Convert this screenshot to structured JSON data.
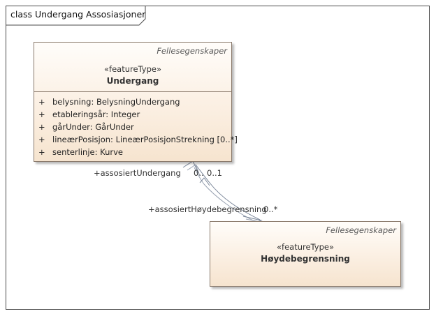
{
  "diagram": {
    "frame_title": "class Undergang Assosiasjoner"
  },
  "classes": {
    "undergang": {
      "package": "Fellesegenskaper",
      "stereotype": "«featureType»",
      "name": "Undergang",
      "attributes": [
        {
          "visibility": "+",
          "text": "belysning: BelysningUndergang"
        },
        {
          "visibility": "+",
          "text": "etableringsår: Integer"
        },
        {
          "visibility": "+",
          "text": "gårUnder: GårUnder"
        },
        {
          "visibility": "+",
          "text": "lineærPosisjon: LineærPosisjonStrekning [0..*]"
        },
        {
          "visibility": "+",
          "text": "senterlinje: Kurve"
        }
      ]
    },
    "hoydebegrensning": {
      "package": "Fellesegenskaper",
      "stereotype": "«featureType»",
      "name": "Høydebegrensning"
    }
  },
  "association": {
    "role_undergang": "+assosiertUndergang",
    "multiplicity_undergang_a": "0..",
    "multiplicity_undergang_b": "0..1",
    "role_hoydebegrensning": "+assosiertHøydebegrensning",
    "multiplicity_hoydebegrensning": "0..*"
  },
  "colors": {
    "frame_border": "#4a4a4a",
    "class_border": "#8a7a6c",
    "class_fill_top": "#fffdfa",
    "class_fill_bottom": "#f6e4cf",
    "connector": "#7a8699"
  }
}
